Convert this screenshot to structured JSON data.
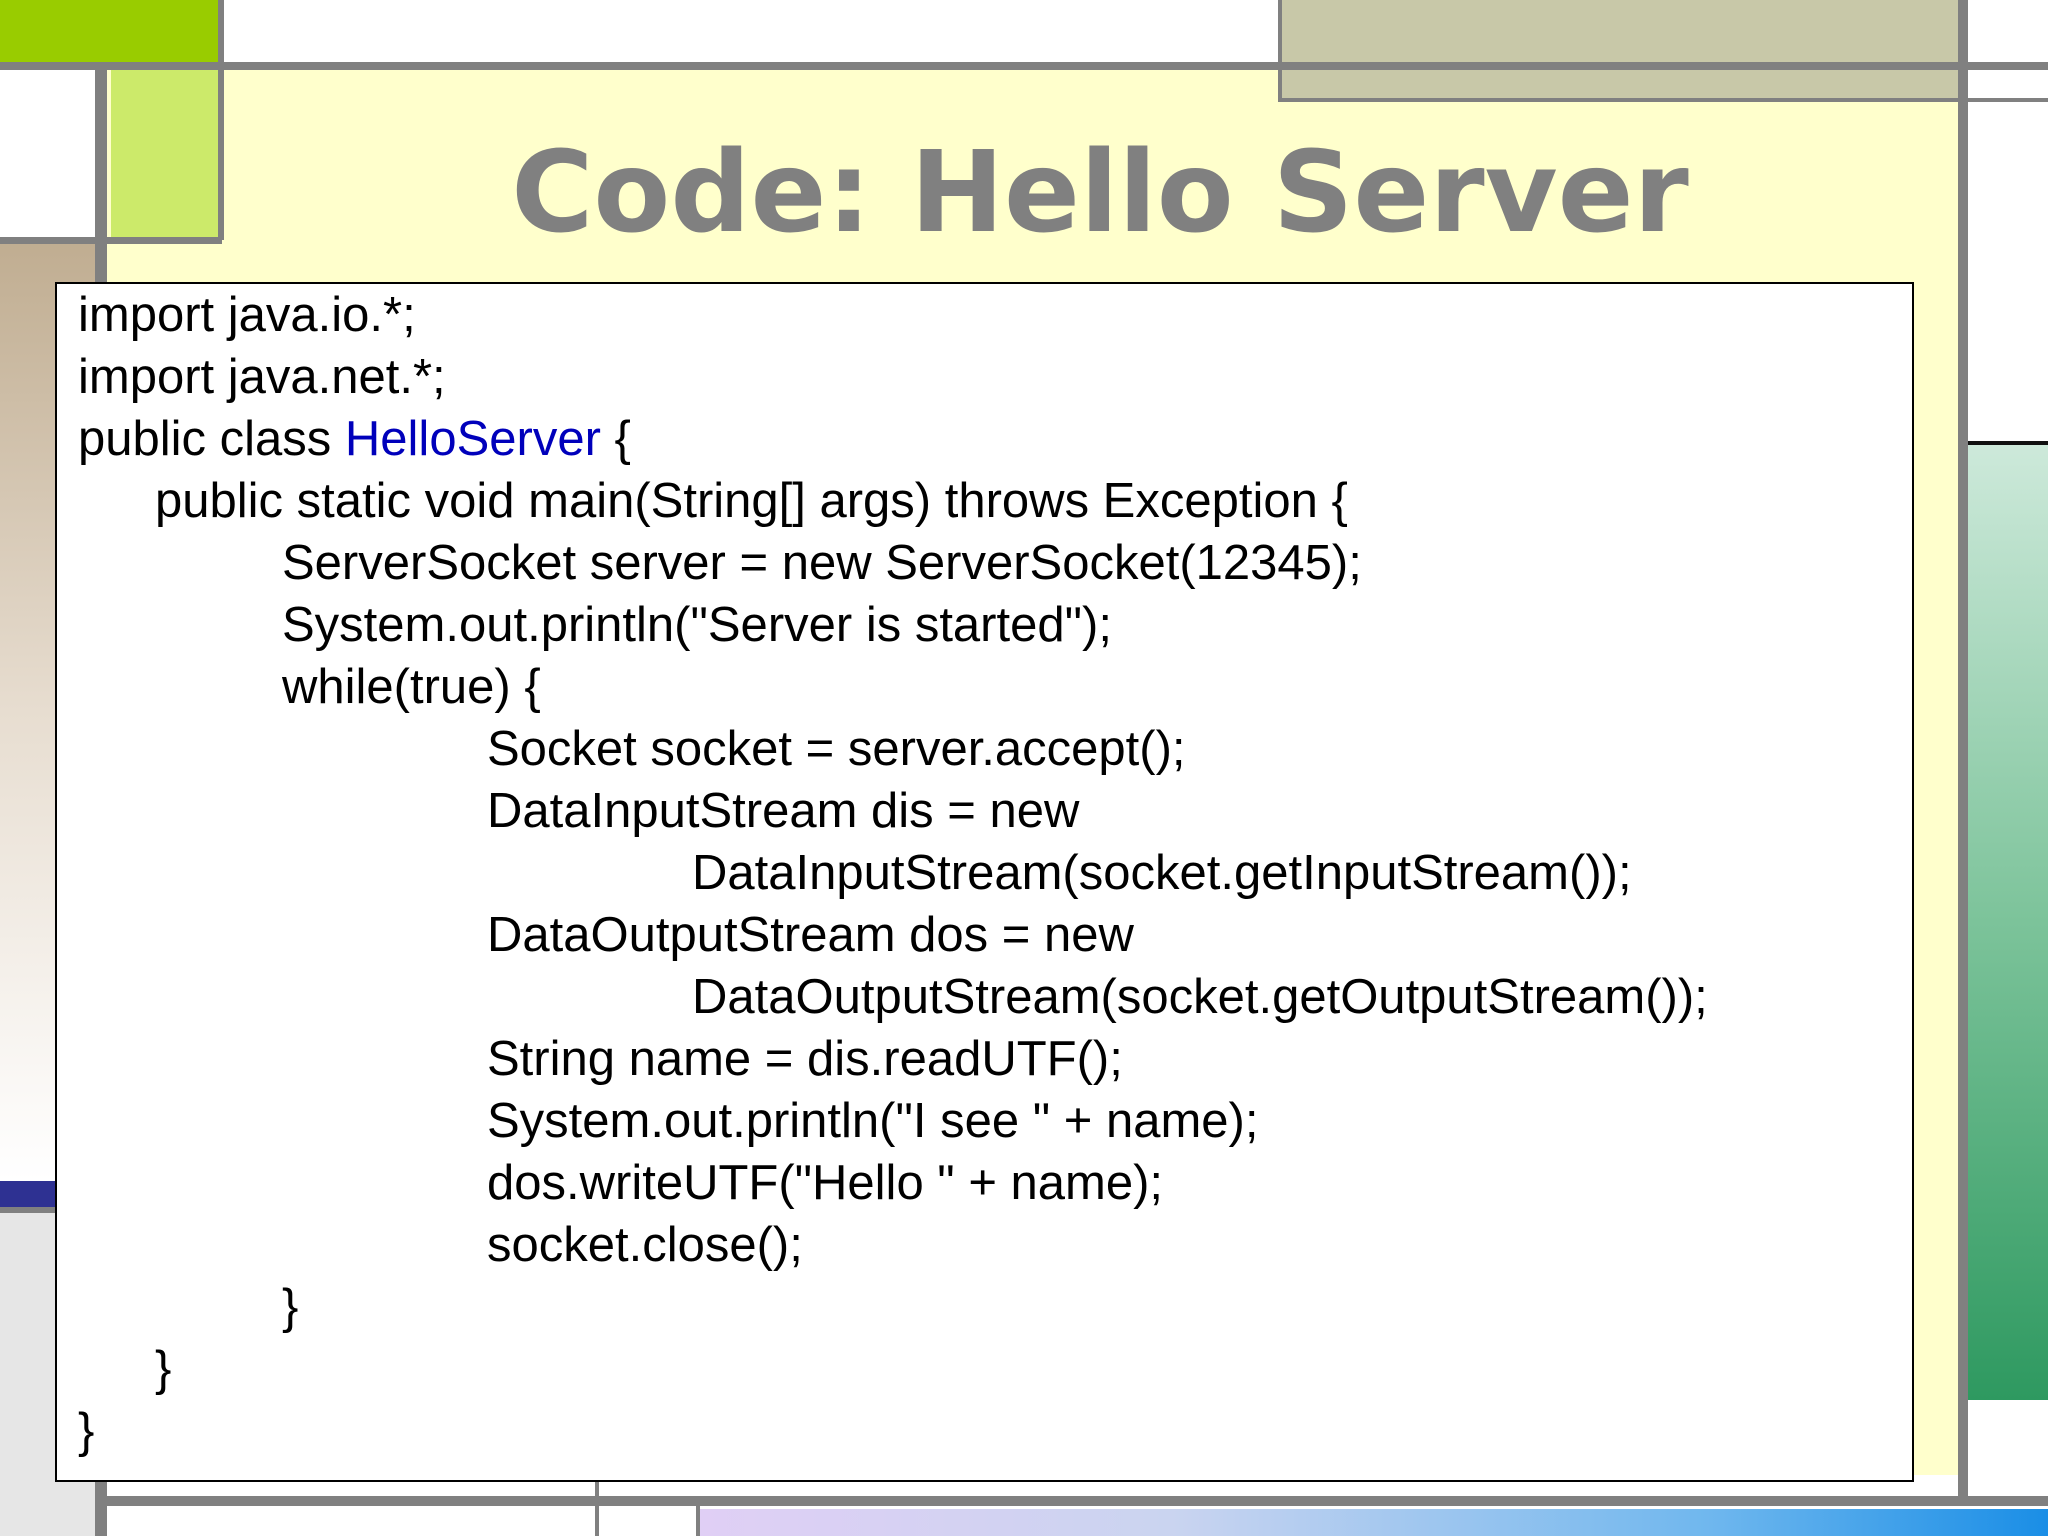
{
  "slide": {
    "title": "Code: Hello Server",
    "code": {
      "lines": [
        "import java.io.*;",
        "import java.net.*;",
        "public class ",
        "public static void main(String[] args) throws Exception {",
        "ServerSocket server = new ServerSocket(12345);",
        "System.out.println(\"Server is started\");",
        "while(true) {",
        "Socket socket = server.accept();",
        "DataInputStream dis = new",
        "DataInputStream(socket.getInputStream());",
        "DataOutputStream dos = new",
        "DataOutputStream(socket.getOutputStream());",
        "String name = dis.readUTF();",
        "System.out.println(\"I see \" + name);",
        "dos.writeUTF(\"Hello \" + name);",
        "socket.close();",
        "}",
        "}",
        "}"
      ],
      "class_name": "HelloServer",
      "class_open_brace": " {",
      "class_name_color": "#0000bb"
    }
  },
  "colors": {
    "title": "#808080",
    "background": "#ffffcc",
    "accent_green": "#99cc00",
    "accent_light_green": "#ccea6a",
    "accent_khaki": "#c8c8a8",
    "accent_blue": "#2e3192"
  }
}
